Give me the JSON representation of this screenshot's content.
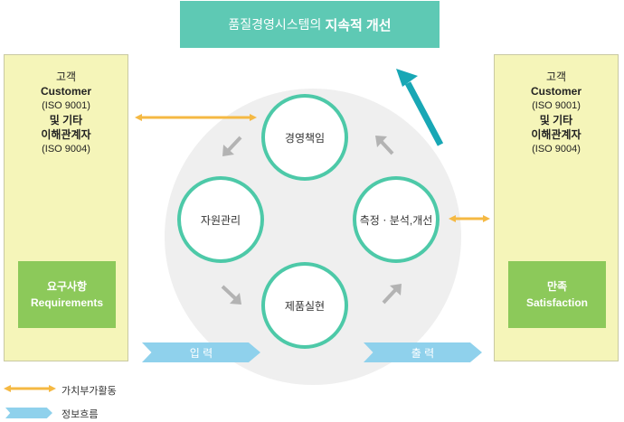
{
  "title": {
    "prefix": "품질경영시스템의",
    "emphasis": "지속적 개선"
  },
  "left_panel": {
    "line1": "고객",
    "line2": "Customer",
    "line3": "(ISO 9001)",
    "line4": "및 기타",
    "line5": "이해관계자",
    "line6": "(ISO 9004)",
    "box_ko": "요구사항",
    "box_en": "Requirements"
  },
  "right_panel": {
    "line1": "고객",
    "line2": "Customer",
    "line3": "(ISO 9001)",
    "line4": "및 기타",
    "line5": "이해관계자",
    "line6": "(ISO 9004)",
    "box_ko": "만족",
    "box_en": "Satisfaction"
  },
  "cycle": {
    "top": "경영책임",
    "left": "자원관리",
    "right": "측정ㆍ분석,개선",
    "bottom": "제품실현"
  },
  "flow": {
    "input": "입 력",
    "output": "출 력"
  },
  "legend": {
    "value_added": "가치부가활동",
    "information": "정보흐름"
  },
  "colors": {
    "node_border": "#4dc9a8",
    "title_bg": "#5ec9b4",
    "panel_bg": "#f5f5b9",
    "box_green": "#8cc95a",
    "orange_arrow": "#f5b943",
    "info_flow": "#8fd1ec",
    "improve_arrow": "#18a7b5",
    "cycle_arrow": "#b3b3b3"
  }
}
